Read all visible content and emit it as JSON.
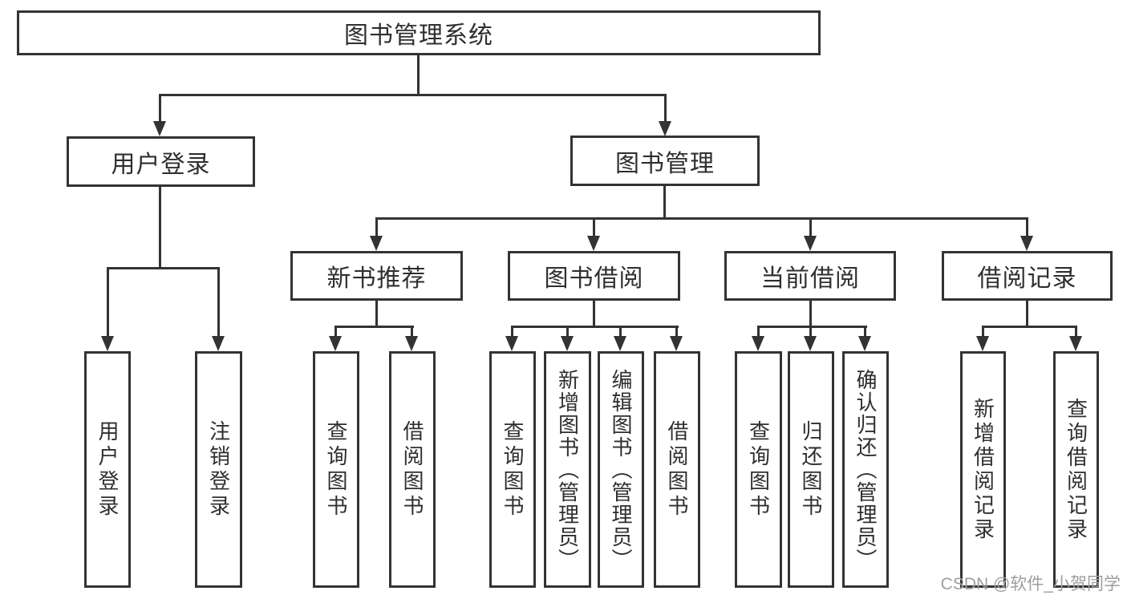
{
  "diagram": {
    "root": {
      "label": "图书管理系统"
    },
    "level2": [
      {
        "label": "用户登录",
        "children": [
          {
            "label": "用户登录"
          },
          {
            "label": "注销登录"
          }
        ]
      },
      {
        "label": "图书管理",
        "children": [
          {
            "label": "新书推荐",
            "children": [
              {
                "label": "查询图书"
              },
              {
                "label": "借阅图书"
              }
            ]
          },
          {
            "label": "图书借阅",
            "children": [
              {
                "label": "查询图书"
              },
              {
                "label": "新增图书（管理员）"
              },
              {
                "label": "编辑图书（管理员）"
              },
              {
                "label": "借阅图书"
              }
            ]
          },
          {
            "label": "当前借阅",
            "children": [
              {
                "label": "查询图书"
              },
              {
                "label": "归还图书"
              },
              {
                "label": "确认归还（管理员）"
              }
            ]
          },
          {
            "label": "借阅记录",
            "children": [
              {
                "label": "新增借阅记录"
              },
              {
                "label": "查询借阅记录"
              }
            ]
          }
        ]
      }
    ]
  },
  "watermark": {
    "text": "CSDN @软件_小贺同学"
  },
  "colors": {
    "line": "#333333",
    "text": "#2f2f2f",
    "watermark": "#9e9e9e",
    "background": "#ffffff"
  }
}
